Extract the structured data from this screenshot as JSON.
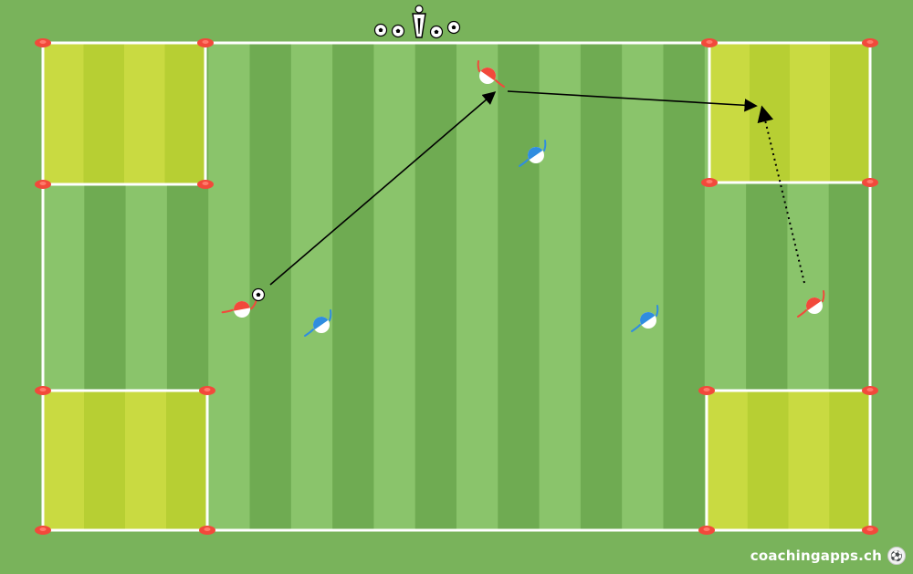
{
  "brand": {
    "text": "coachingapps.ch",
    "icon": "soccer-ball-icon",
    "icon_glyph": "⚽"
  },
  "colors": {
    "grass_light": "#8ac46b",
    "grass_dark": "#6fab52",
    "outside": "#79b35b",
    "zone_light": "#c9da41",
    "zone_dark": "#b7cf33",
    "lines": "#ffffff",
    "cone": "#f2493b",
    "team_red": "#f2493b",
    "team_blue": "#2f8de0",
    "arrow": "#000000"
  },
  "diagram": {
    "elements": [
      "pitch-boundary",
      "corner-zone-top-left",
      "corner-zone-top-right",
      "corner-zone-bottom-left",
      "corner-zone-bottom-right",
      "marker-cones",
      "ball-supply-at-top-mannequin",
      "red-player-with-ball-left",
      "red-player-top-center",
      "red-player-right",
      "blue-player-1",
      "blue-player-2",
      "blue-player-3",
      "pass-arrow-1",
      "pass-arrow-2",
      "run-arrow-dotted"
    ],
    "players": [
      {
        "team": "red",
        "has_ball": true
      },
      {
        "team": "red",
        "has_ball": false
      },
      {
        "team": "red",
        "has_ball": false
      },
      {
        "team": "blue",
        "has_ball": false
      },
      {
        "team": "blue",
        "has_ball": false
      },
      {
        "team": "blue",
        "has_ball": false
      }
    ],
    "movements": [
      {
        "type": "pass",
        "style": "solid",
        "from": "red-player-with-ball-left",
        "to": "red-player-top-center"
      },
      {
        "type": "pass",
        "style": "solid",
        "from": "red-player-top-center",
        "to": "corner-zone-top-right"
      },
      {
        "type": "run",
        "style": "dotted",
        "from": "red-player-right",
        "to": "corner-zone-top-right"
      }
    ]
  }
}
